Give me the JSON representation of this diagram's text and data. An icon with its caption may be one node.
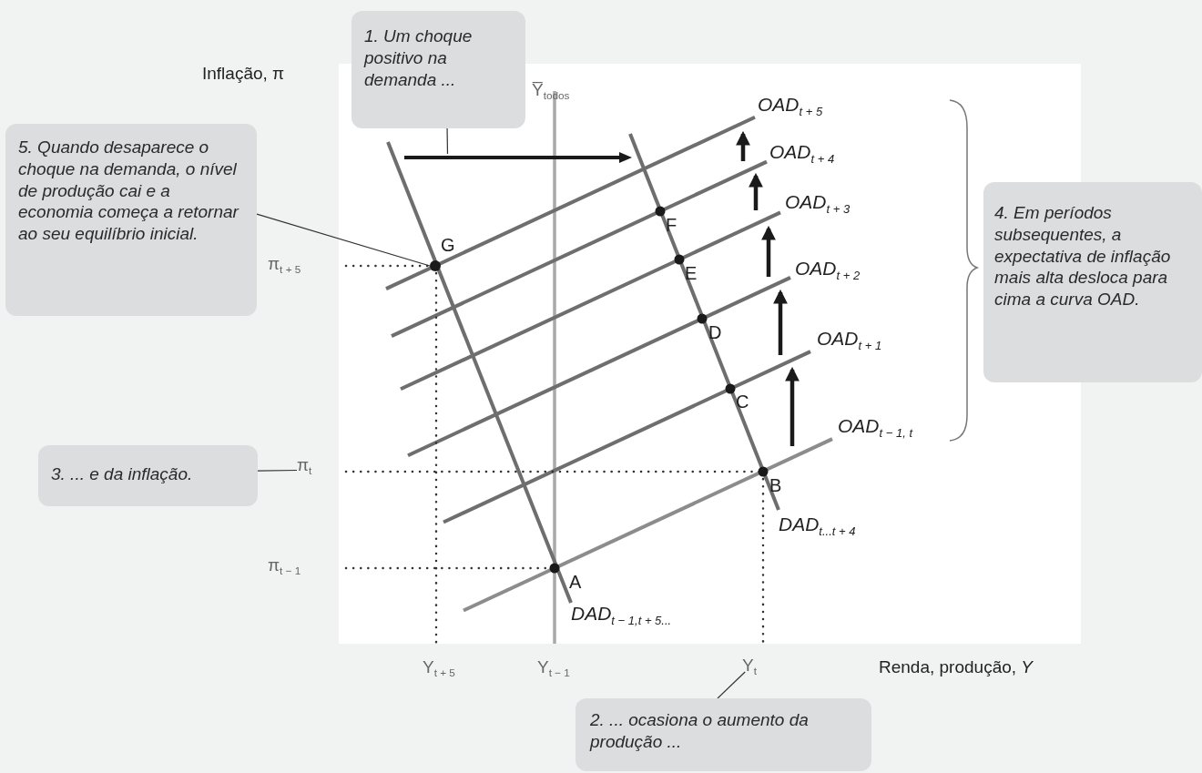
{
  "diagram": {
    "nodes": [
      {
        "text": [
          "1. Um choque positivo na demanda ..."
        ]
      },
      {
        "text": [
          "5. Quando desaparece o choque na demanda, o nível de produção cai e a economia começa a retornar ao seu equilíbrio inicial."
        ]
      },
      {
        "text": [],
        "shape": "circle",
        "beside": [
          "G"
        ]
      },
      {
        "text": [
          "4. Em períodos subsequentes, a expectativa de inflação mais alta desloca para cima a curva OAD."
        ]
      },
      {
        "text": [
          "π$_{t}$"
        ]
      },
      {
        "text": [
          "3. ... e da inflação."
        ]
      },
      {
        "text": [
          "Y$_{t}$"
        ]
      },
      {
        "text": [
          "2. ... ocasiona o aumento da produção ..."
        ]
      },
      {
        "text": [],
        "shape": "arrow"
      }
    ],
    "edges": [
      {
        "from": 0,
        "to": 8,
        "arrow": "none"
      },
      {
        "from": 1,
        "to": 2,
        "arrow": "none"
      },
      {
        "from": 5,
        "to": 4,
        "arrow": "none"
      },
      {
        "from": 7,
        "to": 6,
        "arrow": "none"
      }
    ],
    "labels": [
      "Inflação, π",
      "Y̅$_{todos}$",
      "OAD$_{t + 5}$",
      "OAD$_{t + 4}$",
      "F",
      "OAD$_{t + 3}$",
      "π$_{t + 5}$",
      "E",
      "OAD$_{t + 2}$",
      "D",
      "OAD$_{t + 1}$",
      "C",
      "OAD$_{t − 1, t}$",
      "B",
      "DAD$_{t...t + 4}$",
      "π$_{t − 1}$",
      "A",
      "DAD$_{t − 1,t + 5...}$",
      "Y$_{t + 5}$",
      "Y$_{t − 1}$",
      "Renda, produção, *Y*"
    ]
  }
}
